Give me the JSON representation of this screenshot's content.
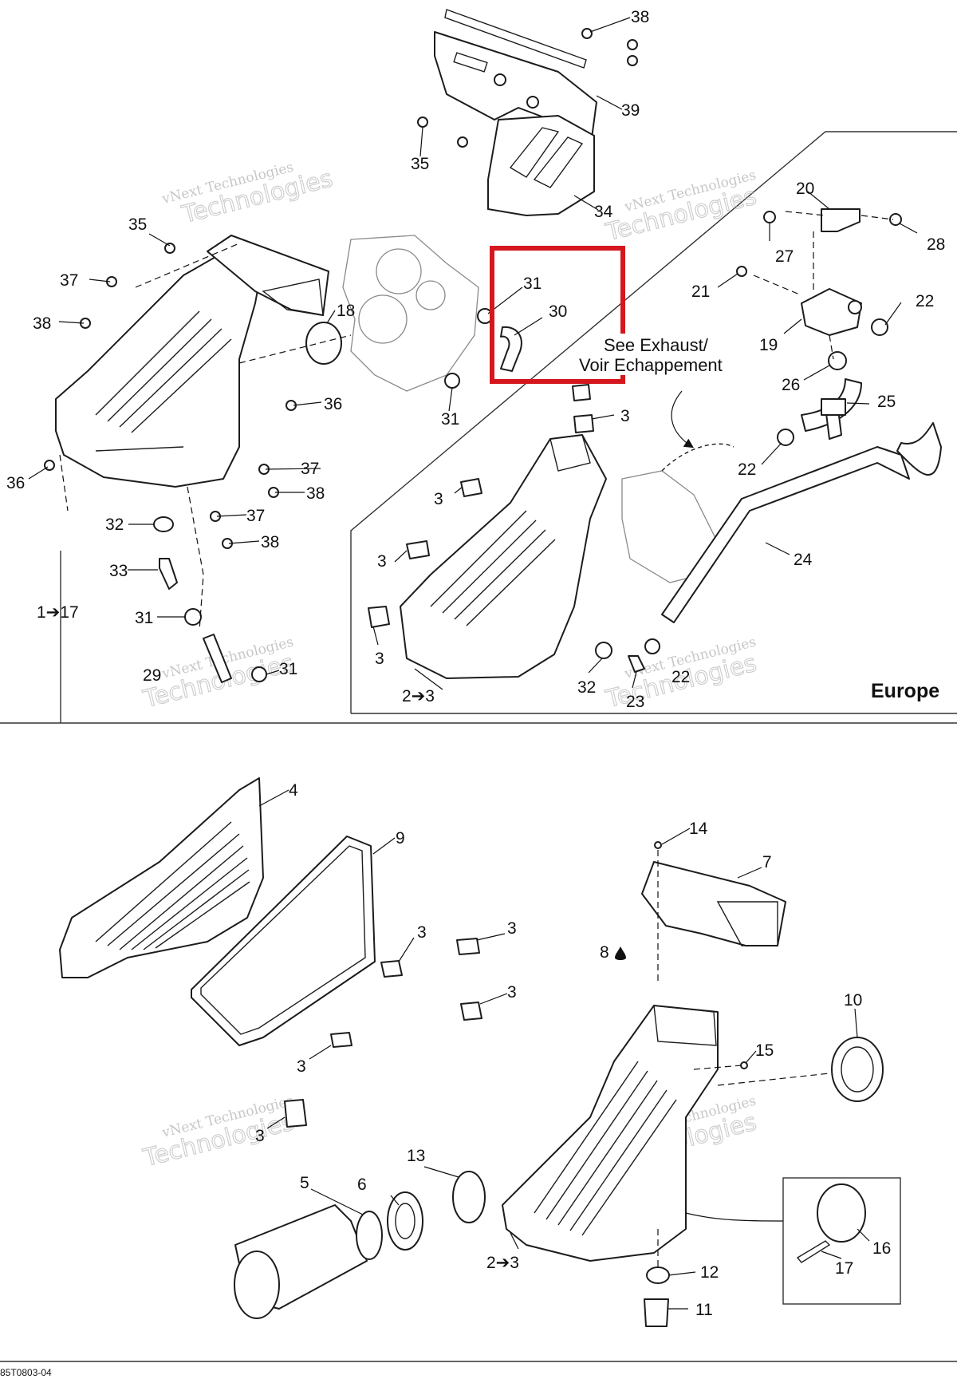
{
  "notes": {
    "see_exhaust_line1": "See Exhaust/",
    "see_exhaust_line2": "Voir Echappement"
  },
  "region_label": "Europe",
  "drawing_code": "85T0803-04",
  "watermark": {
    "line1": "vNext Technologies",
    "line2a": "vNext",
    "line2b": "Technologies"
  },
  "callouts": {
    "c38a": "38",
    "c39": "39",
    "c35a": "35",
    "c34": "34",
    "c35b": "35",
    "c37a": "37",
    "c38b": "38",
    "c18": "18",
    "c31a": "31",
    "c30": "30",
    "c31b": "31",
    "c36a": "36",
    "c36b": "36",
    "c37b": "37",
    "c38c": "38",
    "c37c": "37",
    "c38d": "38",
    "c32a": "32",
    "c33": "33",
    "c1_17": "1➔17",
    "c31c": "31",
    "c29": "29",
    "c31d": "31",
    "c20": "20",
    "c27": "27",
    "c28": "28",
    "c21": "21",
    "c22a": "22",
    "c19": "19",
    "c26": "26",
    "c25": "25",
    "c22b": "22",
    "c3a": "3",
    "c3b": "3",
    "c3c": "3",
    "c3d": "3",
    "c24": "24",
    "c2_3a": "2➔3",
    "c32b": "32",
    "c23": "23",
    "c22c": "22",
    "c4": "4",
    "c9": "9",
    "c14": "14",
    "c7": "7",
    "c8": "8",
    "c3e": "3",
    "c3f": "3",
    "c3g": "3",
    "c3h": "3",
    "c3i": "3",
    "c10": "10",
    "c15": "15",
    "c13": "13",
    "c5": "5",
    "c6": "6",
    "c2_3b": "2➔3",
    "c12": "12",
    "c11": "11",
    "c16": "16",
    "c17": "17"
  },
  "colors": {
    "highlight": "#d6161e",
    "line": "#1c1c1c"
  }
}
